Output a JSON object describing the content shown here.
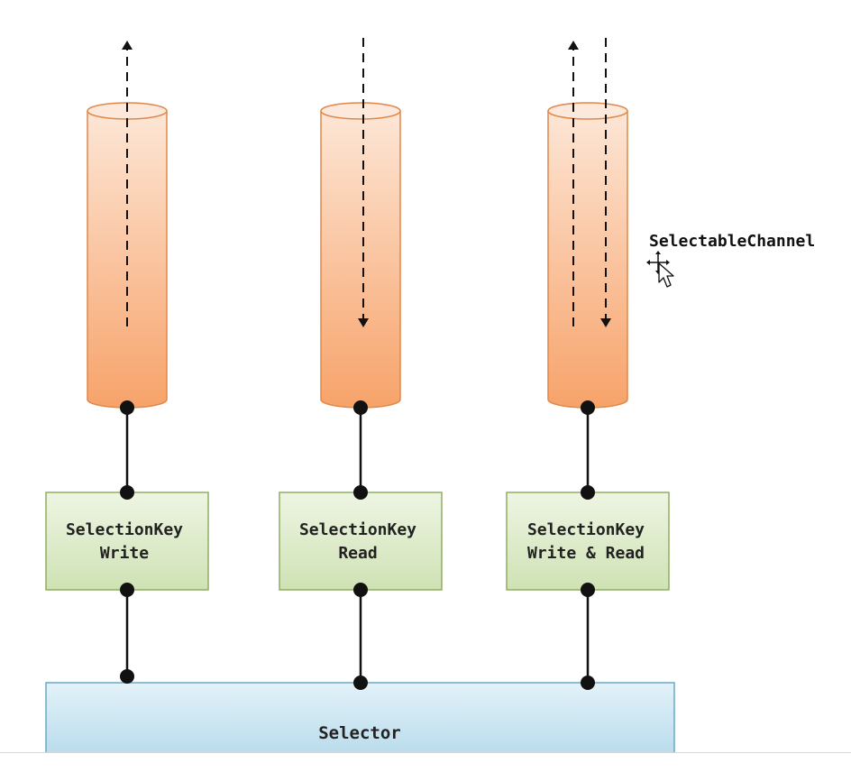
{
  "diagram": {
    "channel_label": "SelectableChannel",
    "keys": [
      {
        "line1": "SelectionKey",
        "line2": "Write"
      },
      {
        "line1": "SelectionKey",
        "line2": "Read"
      },
      {
        "line1": "SelectionKey",
        "line2": "Write & Read"
      }
    ],
    "selector_label": "Selector"
  },
  "colors": {
    "cylinder_fill_top": "#fde6d6",
    "cylinder_fill_bottom": "#f7a36a",
    "cylinder_stroke": "#e1874a",
    "key_fill_top": "#eef5e3",
    "key_fill_bottom": "#cfe2b4",
    "key_stroke": "#8eae62",
    "selector_fill_top": "#ddeff7",
    "selector_fill_bottom": "#b4d9ea",
    "selector_stroke": "#6aa8c5",
    "line": "#111111"
  }
}
